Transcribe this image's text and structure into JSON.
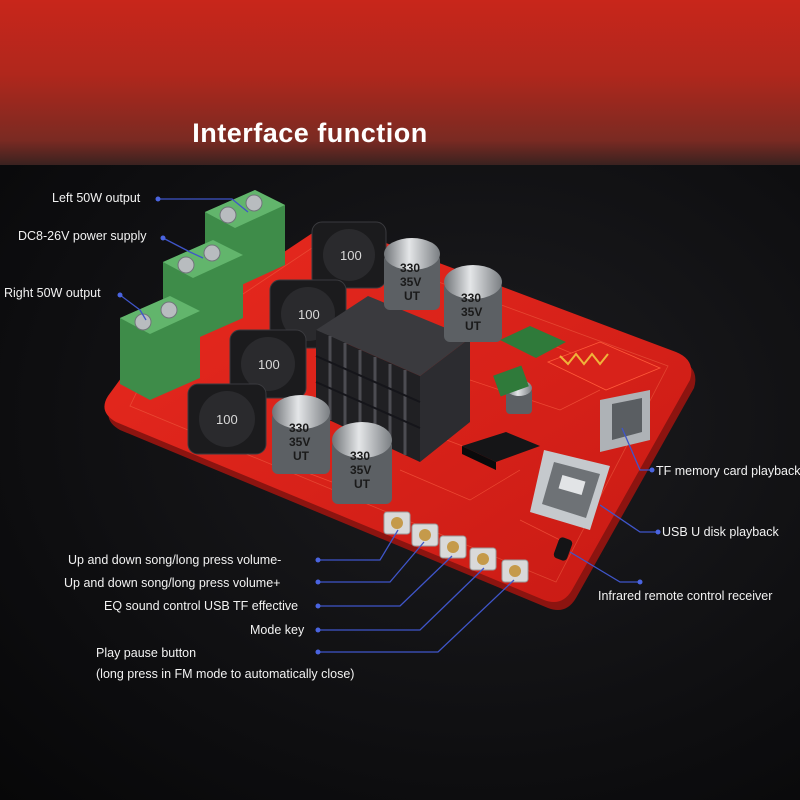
{
  "header": {
    "title": "Interface function"
  },
  "labels": {
    "left_output": "Left 50W output",
    "power_supply": "DC8-26V power supply",
    "right_output": "Right 50W output",
    "tf_card": "TF memory card playback",
    "usb_disk": "USB U disk playback",
    "ir_receiver": "Infrared remote control receiver",
    "song_volume_minus": "Up and down song/long press volume-",
    "song_volume_plus": "Up and down song/long press volume+",
    "eq_control": "EQ sound control USB TF effective",
    "mode_key": "Mode key",
    "play_pause": "Play pause button",
    "play_pause_note": "(long press in FM mode to automatically close)"
  },
  "components": {
    "inductor_text": "100",
    "capacitor_value": "330",
    "capacitor_voltage": "35V",
    "capacitor_brand": "UT"
  },
  "colors": {
    "banner": "#c8261b",
    "board": "#e0231c",
    "terminal": "#4fa35a",
    "leader_line": "#3f55c9",
    "label_text": "#f2f2f2"
  }
}
